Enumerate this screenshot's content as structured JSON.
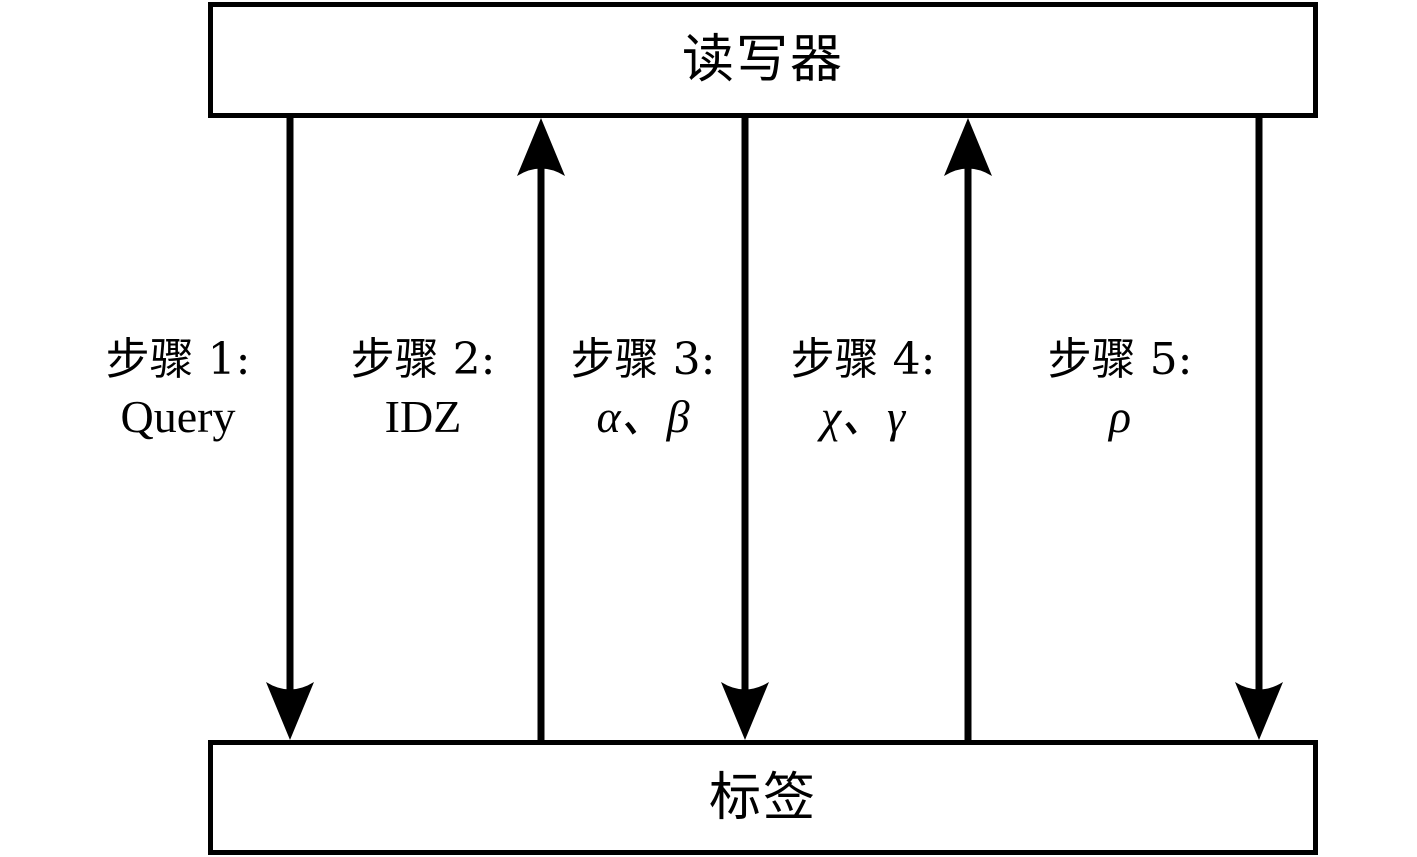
{
  "diagram": {
    "type": "sequence-diagram",
    "title_visible": false,
    "background_color": "#ffffff",
    "line_color": "#000000"
  },
  "entities": {
    "top": {
      "name": "reader",
      "label": "读写器"
    },
    "bottom": {
      "name": "tag",
      "label": "标签"
    }
  },
  "messages": [
    {
      "index": 1,
      "title": "步骤 1:",
      "payload": "Query",
      "payload_style": "upright",
      "direction": "down",
      "from": "reader",
      "to": "tag"
    },
    {
      "index": 2,
      "title": "步骤 2:",
      "payload": "IDZ",
      "payload_style": "upright",
      "direction": "up",
      "from": "tag",
      "to": "reader"
    },
    {
      "index": 3,
      "title": "步骤 3:",
      "payload": "α、β",
      "payload_style": "italic",
      "direction": "down",
      "from": "reader",
      "to": "tag"
    },
    {
      "index": 4,
      "title": "步骤 4:",
      "payload": "χ、γ",
      "payload_style": "italic",
      "direction": "up",
      "from": "tag",
      "to": "reader"
    },
    {
      "index": 5,
      "title": "步骤 5:",
      "payload": "ρ",
      "payload_style": "italic",
      "direction": "down",
      "from": "reader",
      "to": "tag"
    }
  ]
}
